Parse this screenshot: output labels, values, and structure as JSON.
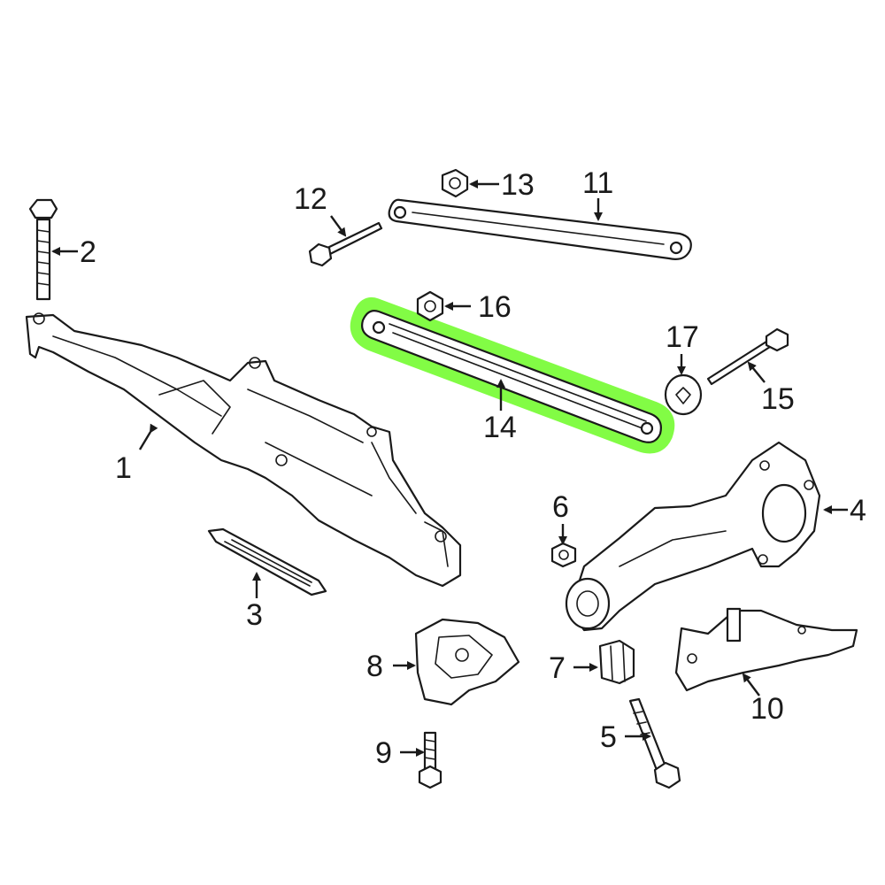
{
  "diagram": {
    "highlight_color": "#7CFC3C",
    "line_color": "#1a1a1a",
    "highlighted_part": "14",
    "callouts": [
      {
        "id": "c1",
        "text": "1"
      },
      {
        "id": "c2",
        "text": "2"
      },
      {
        "id": "c3",
        "text": "3"
      },
      {
        "id": "c4",
        "text": "4"
      },
      {
        "id": "c5",
        "text": "5"
      },
      {
        "id": "c6",
        "text": "6"
      },
      {
        "id": "c7",
        "text": "7"
      },
      {
        "id": "c8",
        "text": "8"
      },
      {
        "id": "c9",
        "text": "9"
      },
      {
        "id": "c10",
        "text": "10"
      },
      {
        "id": "c11",
        "text": "11"
      },
      {
        "id": "c12",
        "text": "12"
      },
      {
        "id": "c13",
        "text": "13"
      },
      {
        "id": "c14",
        "text": "14"
      },
      {
        "id": "c15",
        "text": "15"
      },
      {
        "id": "c16",
        "text": "16"
      },
      {
        "id": "c17",
        "text": "17"
      }
    ]
  }
}
